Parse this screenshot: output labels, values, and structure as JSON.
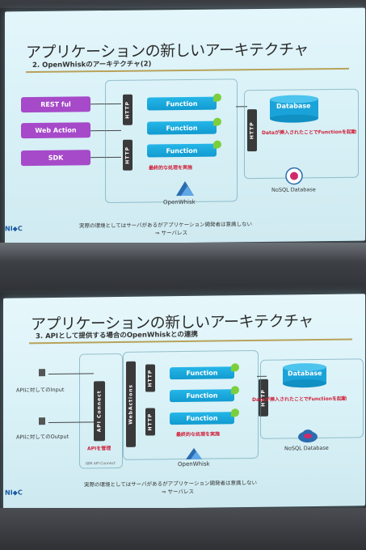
{
  "slide1": {
    "title": "アプリケーションの新しいアーキテクチャ",
    "subtitle": "2.  OpenWhiskのアーキテクチャ(2)",
    "clients": [
      "REST ful",
      "Web Action",
      "SDK"
    ],
    "http_label": "HTTP",
    "function_label": "Function",
    "database_label": "Database",
    "db_trigger_note": "Dataが挿入されたことでFunctionを起動",
    "final_process_note": "最終的な処理を実施",
    "openwhisk_label": "OpenWhisk",
    "nosql_label": "NoSQL Database",
    "footer_line1": "実際の環境としてはサーバがあるがアプリケーション開発者は意識しない",
    "footer_line2": "⇒  サーバレス",
    "logo": "NI◆C"
  },
  "slide2": {
    "title": "アプリケーションの新しいアーキテクチャ",
    "subtitle": "3.  APIとして提供する場合のOpenWhiskとの連携",
    "input_label": "APIに対してのInput",
    "output_label": "APIに対してのOutput",
    "api_connect_label": "API Connect",
    "webactions_label": "WebActions",
    "http_label": "HTTP",
    "function_label": "Function",
    "database_label": "Database",
    "db_trigger_note": "Dataが挿入されたことでFunctionを起動",
    "final_process_note": "最終的な処理を実施",
    "api_manage_note": "APIを管理",
    "api_connect_logo": "IBM API Connect",
    "openwhisk_label": "OpenWhisk",
    "nosql_label": "NoSQL Database",
    "footer_line1": "実際の環境としてはサーバがあるがアプリケーション開発者は意識しない",
    "footer_line2": "⇒  サーバレス",
    "logo": "NI◆C"
  }
}
